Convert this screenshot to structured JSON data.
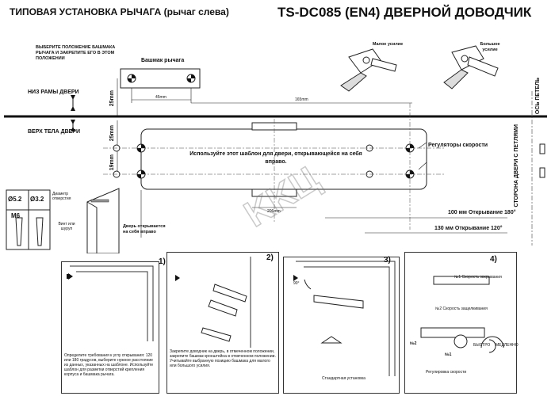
{
  "title_left": "ТИПОВАЯ УСТАНОВКА РЫЧАГА (рычаг слева)",
  "title_right": "TS-DC085 (EN4) ДВЕРНОЙ ДОВОДЧИК",
  "instruction_shoe": "ВЫБЕРИТЕ ПОЛОЖЕНИЕ БАШМАКА РЫЧАГА И ЗАКРЕПИТЕ ЕГО В ЭТОМ ПОЛОЖЕНИИ",
  "shoe_label": "Башмак рычага",
  "low_force": "Малое усилие",
  "high_force": "Большое усилие",
  "frame_bottom": "НИЗ РАМЫ ДВЕРИ",
  "door_top": "ВЕРХ ТЕЛА ДВЕРИ",
  "dims": {
    "d25a": "25mm",
    "d45": "45mm",
    "d165": "165mm",
    "d25b": "25mm",
    "d19": "19mm",
    "d206": "206mm"
  },
  "template_text": "Используйте этот шаблон для двери, открывающейся на себя вправо.",
  "speed_regulators": "Регуляторы скорости",
  "hinge_axis": "ОСЬ ПЕТЕЛЬ",
  "hinge_side": "СТОРОНА ДВЕРИ С ПЕТЛЯМИ",
  "open180": "100 мм   Открывание 180°",
  "open120": "130 мм   Открывание 120°",
  "hole_sizes": {
    "h1": "Ø5.2",
    "h2": "Ø3.2",
    "header": "Диаметр отверстия",
    "m6": "М6",
    "screw": "Винт или шуруп"
  },
  "door_opens": "Дверь открывается на себя вправо",
  "steps": {
    "s1": "1)",
    "s2": "2)",
    "s3": "3)",
    "s4": "4)"
  },
  "step1_text": "Определите требования к углу открывания: 120 или 180 градусов, выберите нужное расстояние из данных, указанных на шаблоне. Используйте шаблон для разметки отверстий крепления корпуса и башмака рычага.",
  "step2_text": "Закрепите доводчик на дверь, в отмеченном положении, закрепите башмак кронштейна в отмеченном положении. Учитывайте выбранную позицию башмака для малого или большого усилия.",
  "step3_caption": "Стандартная установка",
  "step3_angle": "90°",
  "step4_speed1": "№1 Скорость закрывания",
  "step4_speed2": "№2 Скорость защелкивания",
  "step4_n2": "№2",
  "step4_n1": "№1",
  "step4_fast": "БЫСТРО",
  "step4_slow": "МЕДЛЕННО",
  "step4_caption": "Регулировка скорости",
  "watermark": "KKЦ"
}
